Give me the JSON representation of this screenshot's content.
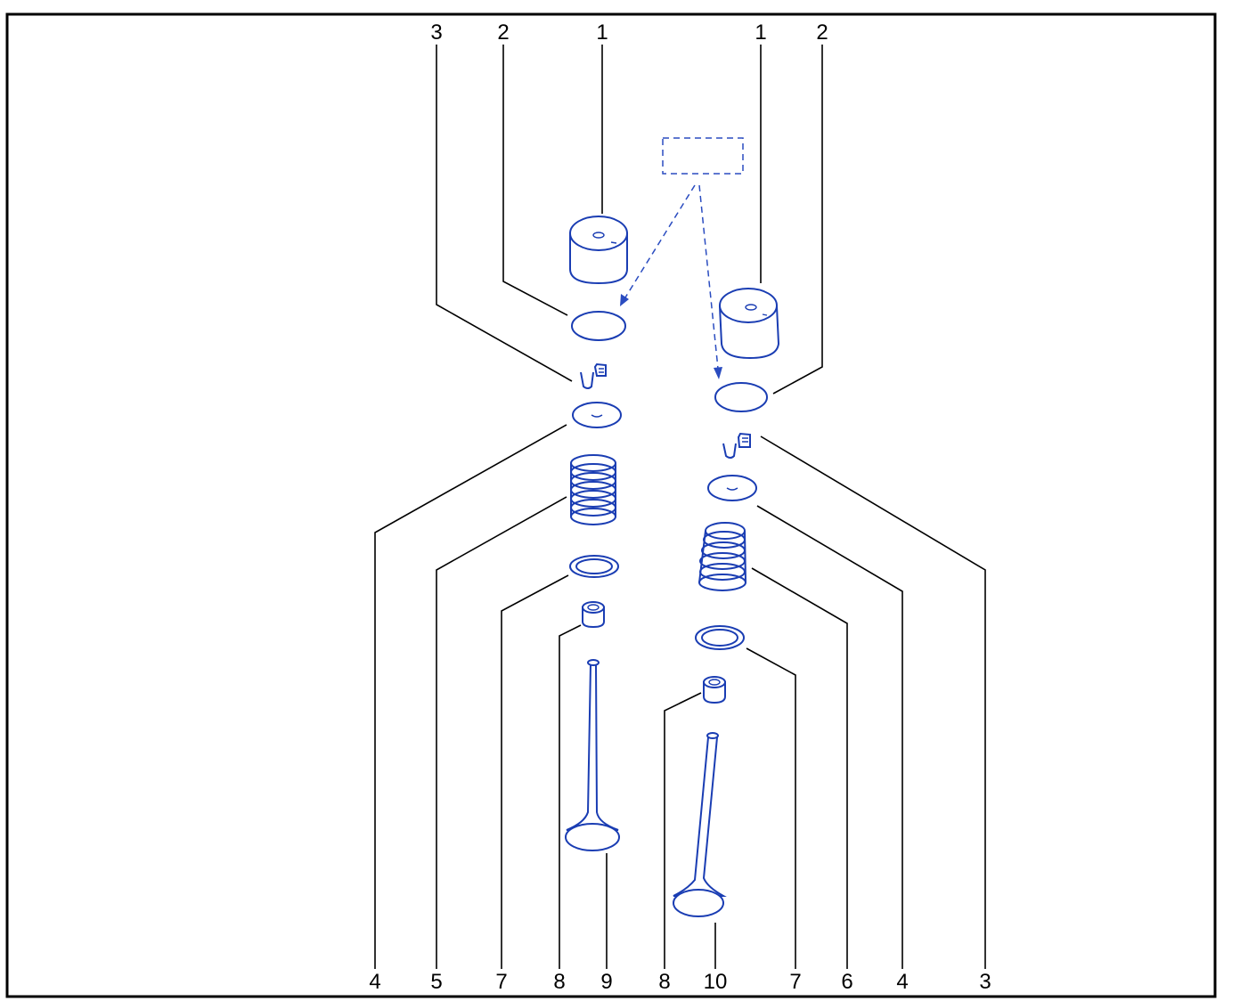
{
  "callouts": {
    "top": [
      {
        "id": "t1",
        "text": "3"
      },
      {
        "id": "t2",
        "text": "2"
      },
      {
        "id": "t3",
        "text": "1"
      },
      {
        "id": "t4",
        "text": "1"
      },
      {
        "id": "t5",
        "text": "2"
      }
    ],
    "bottom": [
      {
        "id": "b1",
        "text": "4"
      },
      {
        "id": "b2",
        "text": "5"
      },
      {
        "id": "b3",
        "text": "7"
      },
      {
        "id": "b4",
        "text": "8"
      },
      {
        "id": "b5",
        "text": "9"
      },
      {
        "id": "b6",
        "text": "8"
      },
      {
        "id": "b7",
        "text": "10"
      },
      {
        "id": "b8",
        "text": "7"
      },
      {
        "id": "b9",
        "text": "6"
      },
      {
        "id": "b10",
        "text": "4"
      },
      {
        "id": "b11",
        "text": "3"
      }
    ]
  },
  "colors": {
    "parts": "#1a3db3",
    "leaders": "#000000",
    "frame": "#000000"
  }
}
